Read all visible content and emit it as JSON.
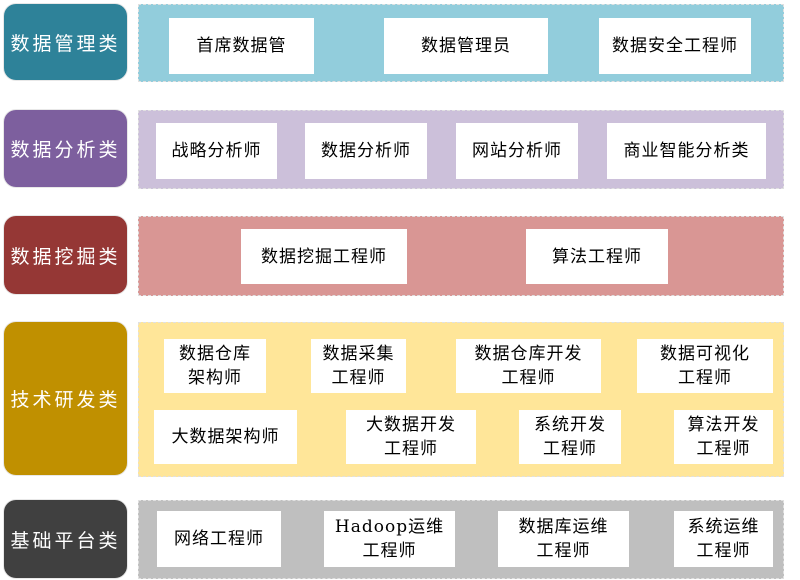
{
  "colors": {
    "data_management": [
      "#2e8299",
      "#92cddc"
    ],
    "data_analysis": [
      "#7d5f9e",
      "#ccc0da"
    ],
    "data_mining": [
      "#953735",
      "#d99694"
    ],
    "tech_rd": [
      "#c09000",
      "#ffe699"
    ],
    "infrastructure": [
      "#404040",
      "#bfbfbf"
    ]
  },
  "categories": [
    {
      "label": "数据管理类",
      "roles": [
        "首席数据管",
        "数据管理员",
        "数据安全工程师"
      ]
    },
    {
      "label": "数据分析类",
      "roles": [
        "战略分析师",
        "数据分析师",
        "网站分析师",
        "商业智能分析类"
      ]
    },
    {
      "label": "数据挖掘类",
      "roles": [
        "数据挖掘工程师",
        "算法工程师"
      ]
    },
    {
      "label": "技术研发类",
      "roles": [
        "数据仓库\n架构师",
        "数据采集\n工程师",
        "数据仓库开发\n工程师",
        "数据可视化\n工程师",
        "大数据架构师",
        "大数据开发\n工程师",
        "系统开发\n工程师",
        "算法开发\n工程师"
      ]
    },
    {
      "label": "基础平台类",
      "roles": [
        "网络工程师",
        "Hadoop运维\n工程师",
        "数据库运维\n工程师",
        "系统运维\n工程师"
      ]
    }
  ]
}
